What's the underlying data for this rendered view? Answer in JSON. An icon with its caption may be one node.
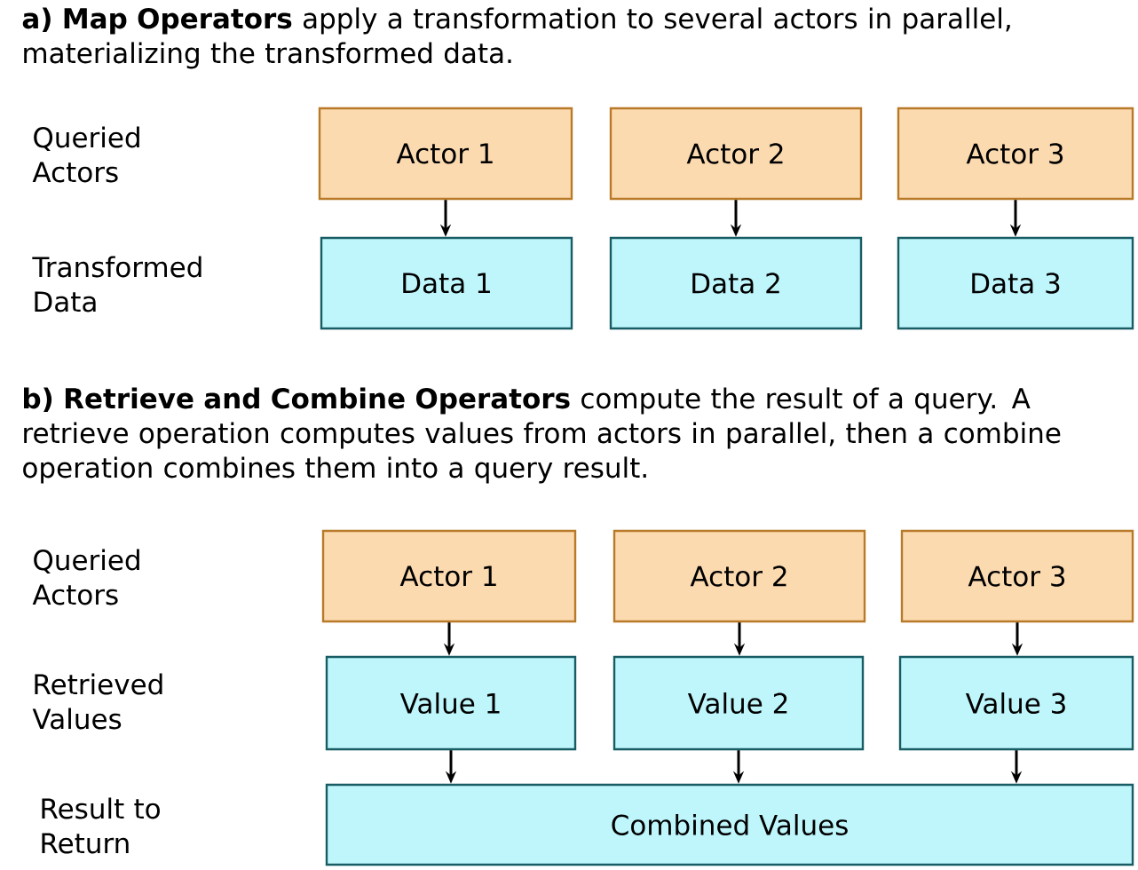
{
  "diagram": {
    "nodes": [
      {
        "text": [
          "Actor 1"
        ]
      },
      {
        "text": [
          "Actor 2"
        ]
      },
      {
        "text": [
          "Actor 3"
        ]
      },
      {
        "text": [
          "Data 1"
        ]
      },
      {
        "text": [
          "Data 2"
        ]
      },
      {
        "text": [
          "Data 3"
        ]
      },
      {
        "text": [
          "Actor 1"
        ]
      },
      {
        "text": [
          "Actor 2"
        ]
      },
      {
        "text": [
          "Actor 3"
        ]
      },
      {
        "text": [
          "Value 1"
        ]
      },
      {
        "text": [
          "Value 2"
        ]
      },
      {
        "text": [
          "Value 3"
        ]
      },
      {
        "text": [
          "Combined Values"
        ]
      }
    ],
    "edges": [
      {
        "from": 0,
        "to": 3,
        "arrow": "to"
      },
      {
        "from": 1,
        "to": 4,
        "arrow": "to"
      },
      {
        "from": 2,
        "to": 5,
        "arrow": "to"
      },
      {
        "from": 6,
        "to": 9,
        "arrow": "to"
      },
      {
        "from": 7,
        "to": 10,
        "arrow": "to"
      },
      {
        "from": 8,
        "to": 11,
        "arrow": "to"
      },
      {
        "from": 9,
        "to": 12,
        "arrow": "to"
      },
      {
        "from": 10,
        "to": 12,
        "arrow": "to"
      },
      {
        "from": 11,
        "to": 12,
        "arrow": "to"
      }
    ],
    "labels": [
      "**a) Map Operators** apply a transformation to several actors in parallel, materializing the transformed data.",
      "Queried Actors",
      "Transformed Data",
      "**b) Retrieve and Combine Operators** compute the result of a query.  A retrieve operation computes values from actors in parallel, then a combine operation combines them into a query result.",
      "Queried Actors",
      "Retrieved Values",
      "Result to Return"
    ]
  }
}
